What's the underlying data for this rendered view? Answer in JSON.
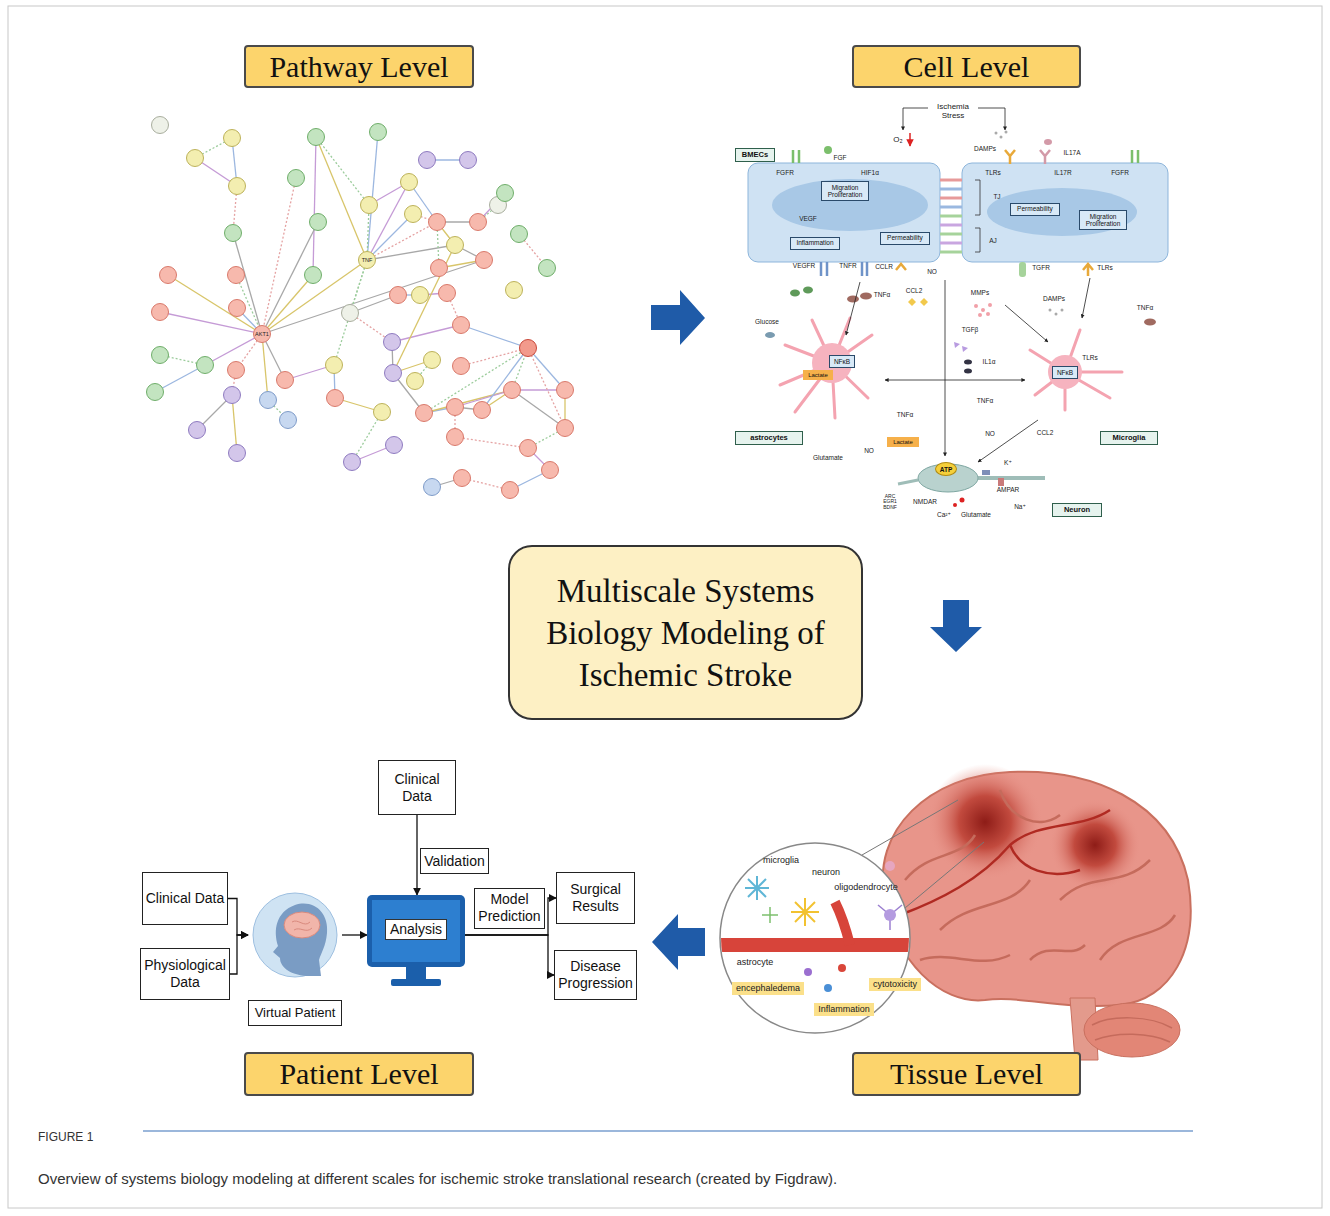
{
  "diagram": {
    "caption": "Overview of systems biology modeling at different scales for ischemic stroke translational research (created by Figdraw).",
    "nodes": [
      {
        "text": [
          "Pathway Level"
        ]
      },
      {
        "text": [
          "Cell Level"
        ]
      },
      {
        "text": [
          "BMECs"
        ]
      },
      {
        "text": [
          "Migration Proliferation"
        ]
      },
      {
        "text": [
          "Inflammation"
        ]
      },
      {
        "text": [
          "Permeability"
        ]
      },
      {
        "text": [
          "Permeability"
        ]
      },
      {
        "text": [
          "Migration Proliferation"
        ]
      },
      {
        "text": [
          "NFκB"
        ]
      },
      {
        "text": [
          "Lactate"
        ]
      },
      {
        "text": [
          "astrocytes"
        ]
      },
      {
        "text": [
          "NFκB"
        ]
      },
      {
        "text": [
          "Microglia"
        ]
      },
      {
        "text": [
          "Lactate"
        ]
      },
      {
        "text": [
          "ATP"
        ]
      },
      {
        "text": [
          "Neuron"
        ]
      },
      {
        "text": [
          "Multiscale Systems Biology Modeling of Ischemic Stroke"
        ]
      },
      {
        "text": [
          "Clinical Data"
        ]
      },
      {
        "text": [
          "Validation"
        ]
      },
      {
        "text": [
          "Clinical Data"
        ]
      },
      {
        "text": [
          "Model Prediction"
        ]
      },
      {
        "text": [
          "Surgical Results"
        ]
      },
      {
        "text": [
          "Virtual Patient"
        ]
      },
      {
        "text": [
          "Analysis"
        ]
      },
      {
        "text": [
          "Physiological Data"
        ]
      },
      {
        "text": [
          "Disease Progression"
        ]
      },
      {
        "text": [
          "encephaledema"
        ]
      },
      {
        "text": [
          "cytotoxicity"
        ]
      },
      {
        "text": [
          "Inflammation"
        ]
      },
      {
        "text": [
          "Patient Level"
        ]
      },
      {
        "text": [
          "Tissue Level"
        ]
      }
    ],
    "edges": [
      {
        "from": 19,
        "to": 22,
        "arrow": "to"
      },
      {
        "from": 24,
        "to": 22,
        "arrow": "to"
      },
      {
        "from": 22,
        "to": 23,
        "arrow": "to"
      },
      {
        "from": 17,
        "to": 23,
        "arrow": "to"
      },
      {
        "from": 23,
        "to": 21,
        "arrow": "to"
      },
      {
        "from": 23,
        "to": 25,
        "arrow": "to"
      }
    ],
    "labels": [
      "AKT1",
      "TNF",
      "Ischemia Stress",
      "O₂",
      "FGF",
      "FGFR",
      "HIF1α",
      "DAMPs",
      "IL17A",
      "TLRs",
      "IL17R",
      "FGFR",
      "TJ",
      "VEGF",
      "AJ",
      "VEGFR",
      "TNFR",
      "CCLR",
      "NO",
      "TGFR",
      "TLRs",
      "CCL2",
      "TNFα",
      "MMPs",
      "DAMPs",
      "TNFα",
      "Glucose",
      "TGFβ",
      "TLRs",
      "IL1α",
      "TNFα",
      "TNFα",
      "NO",
      "CCL2",
      "NO",
      "Glutamate",
      "K⁺",
      "ARC EGR1 BDNF",
      "NMDAR",
      "AMPAR",
      "Na⁺",
      "Ca²⁺",
      "Glutamate",
      "microglia",
      "neuron",
      "oligodendrocyte",
      "astrocyte",
      "FIGURE 1"
    ]
  }
}
